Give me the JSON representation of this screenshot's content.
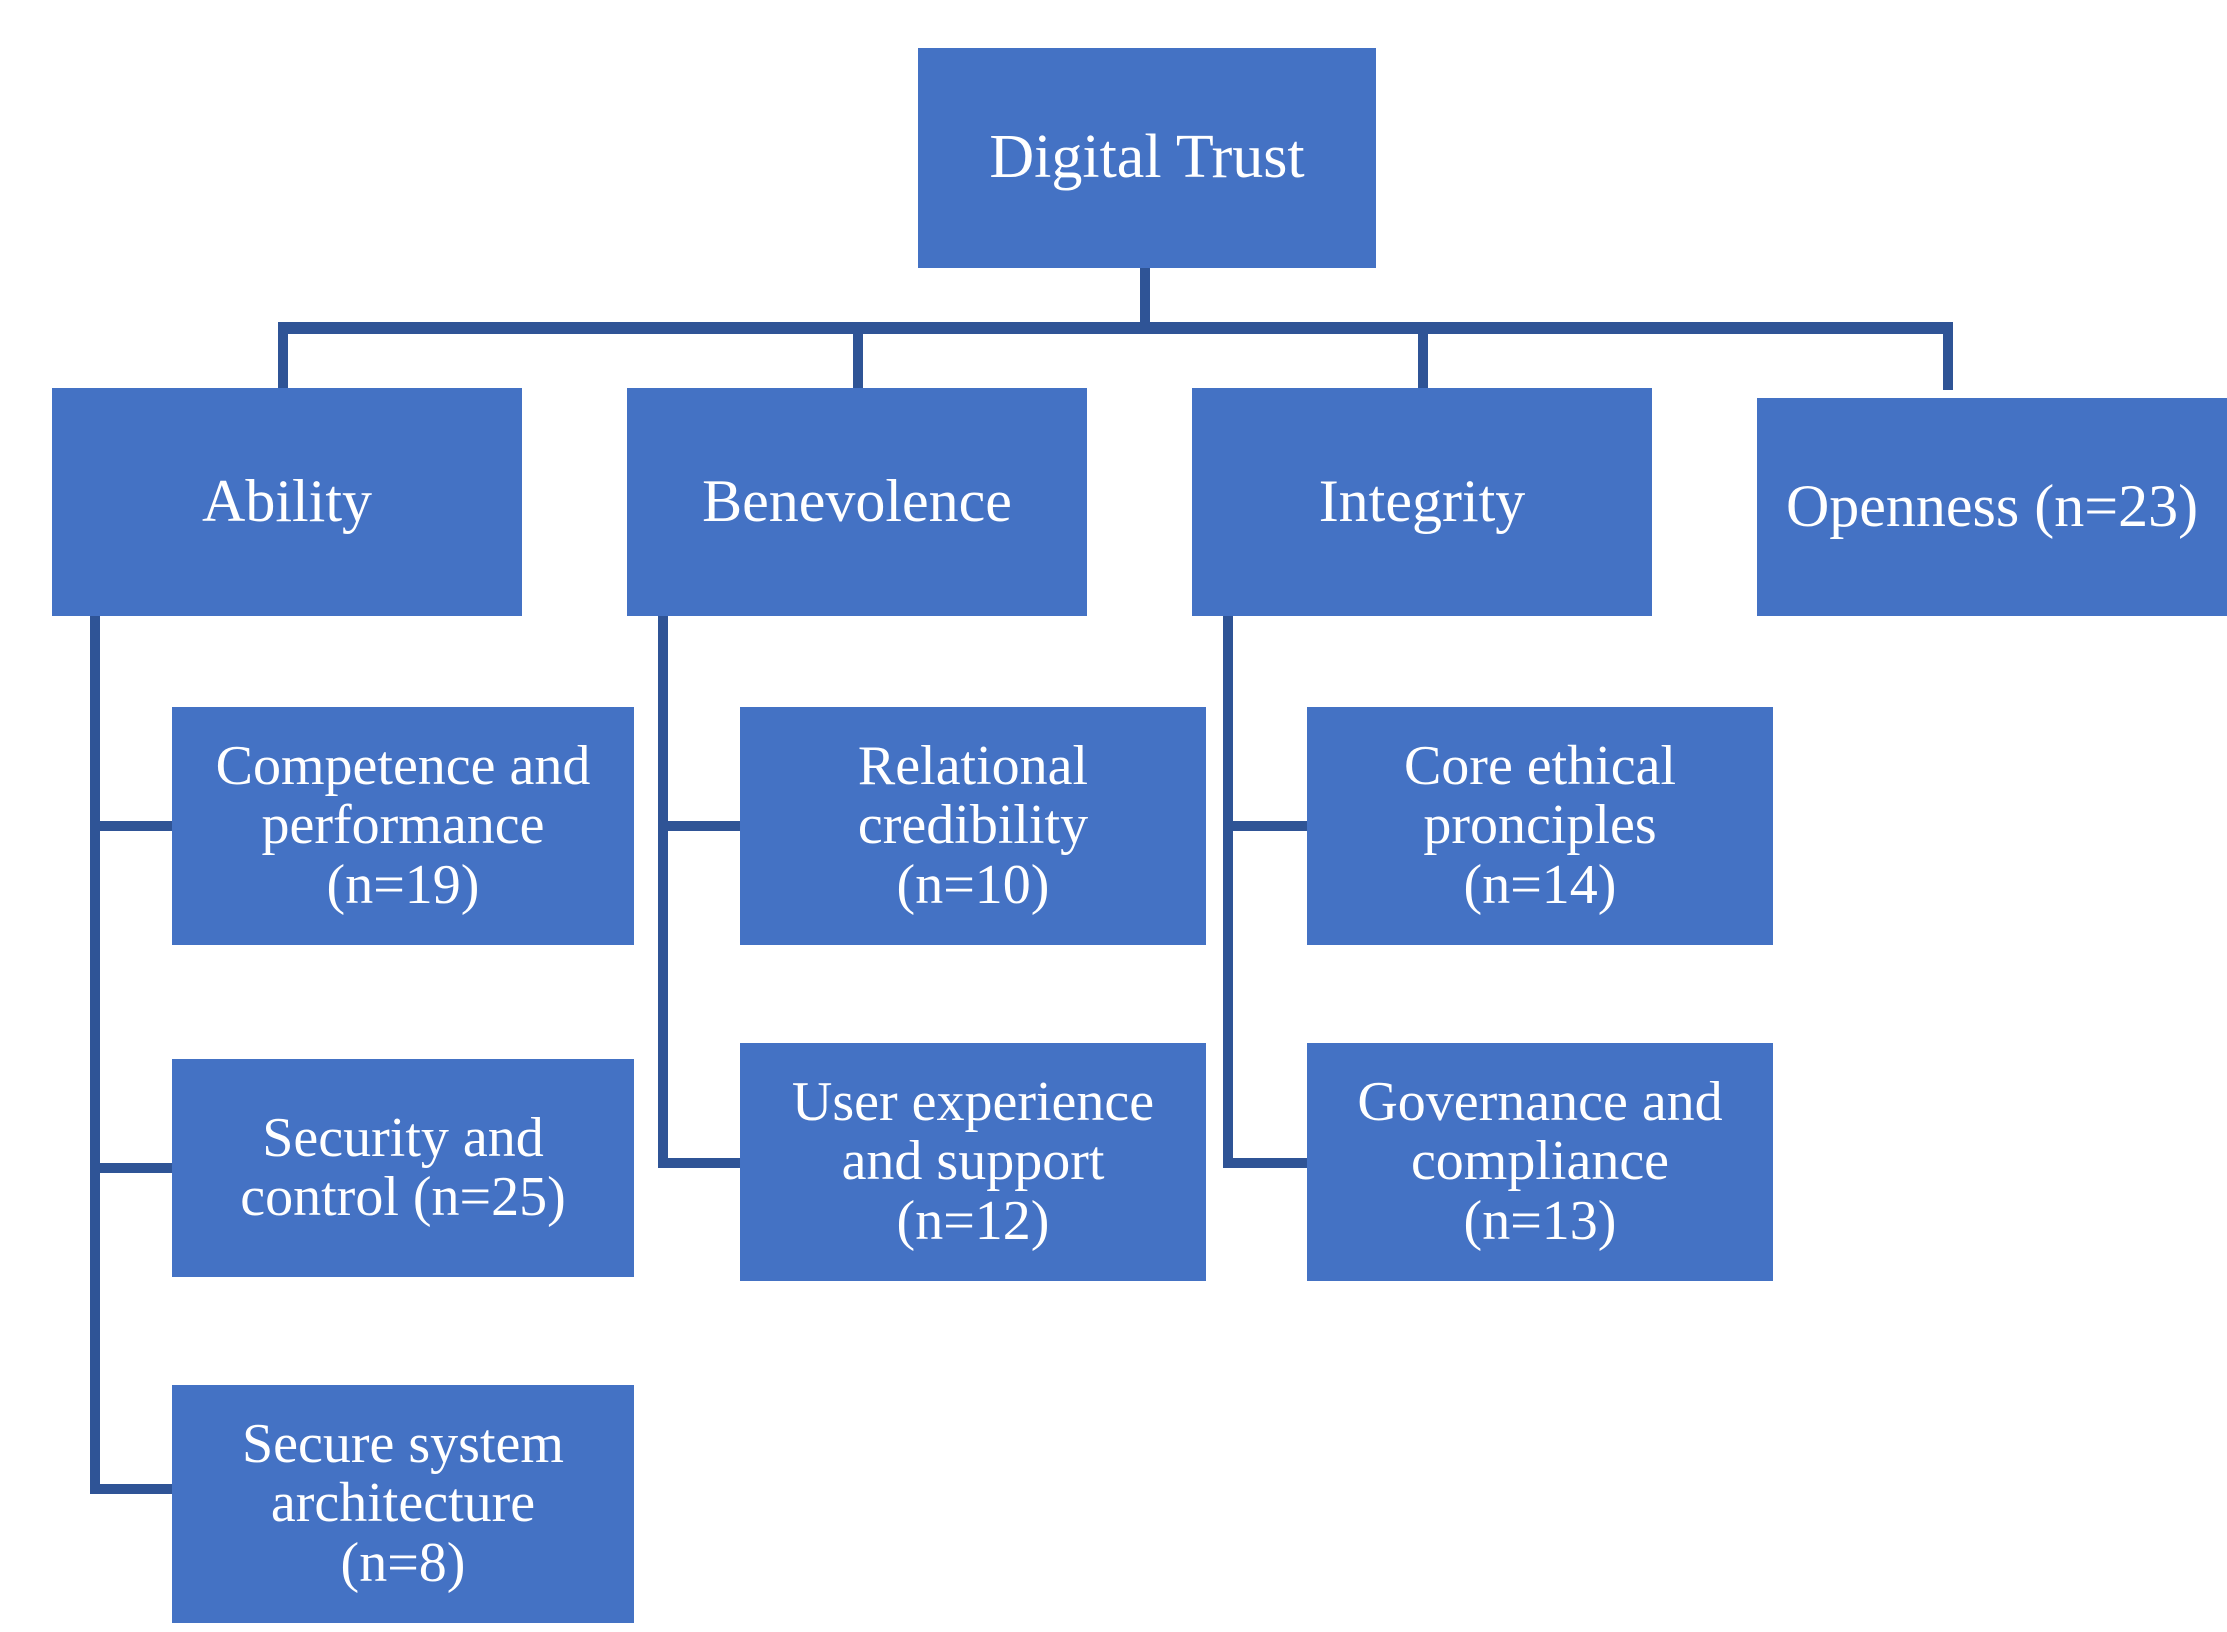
{
  "diagram": {
    "type": "hierarchy-tree",
    "title_node": "Digital Trust",
    "colors": {
      "node_fill": "#4472C4",
      "node_text": "#FFFFFF",
      "connector": "#2F5496",
      "background": "#FFFFFF"
    },
    "root": {
      "label": "Digital Trust"
    },
    "level2": [
      {
        "id": "ability",
        "label": "Ability"
      },
      {
        "id": "benevolence",
        "label": "Benevolence"
      },
      {
        "id": "integrity",
        "label": "Integrity"
      },
      {
        "id": "openness",
        "label": "Openness (n=23)",
        "count": 23
      }
    ],
    "level3": {
      "ability": [
        {
          "id": "competence",
          "line1": "Competence and",
          "line2": "performance",
          "line3": "(n=19)",
          "count": 19
        },
        {
          "id": "security",
          "line1": "Security and",
          "line2": "control (n=25)",
          "line3": "",
          "count": 25
        },
        {
          "id": "secure",
          "line1": "Secure system",
          "line2": "architecture",
          "line3": "(n=8)",
          "count": 8
        }
      ],
      "benevolence": [
        {
          "id": "relational",
          "line1": "Relational",
          "line2": "credibility",
          "line3": "(n=10)",
          "count": 10
        },
        {
          "id": "userexp",
          "line1": "User experience",
          "line2": "and support",
          "line3": "(n=12)",
          "count": 12
        }
      ],
      "integrity": [
        {
          "id": "coreethical",
          "line1": "Core ethical",
          "line2": "pronciples",
          "line3": "(n=14)",
          "count": 14
        },
        {
          "id": "governance",
          "line1": "Governance and",
          "line2": "compliance",
          "line3": "(n=13)",
          "count": 13
        }
      ]
    }
  }
}
